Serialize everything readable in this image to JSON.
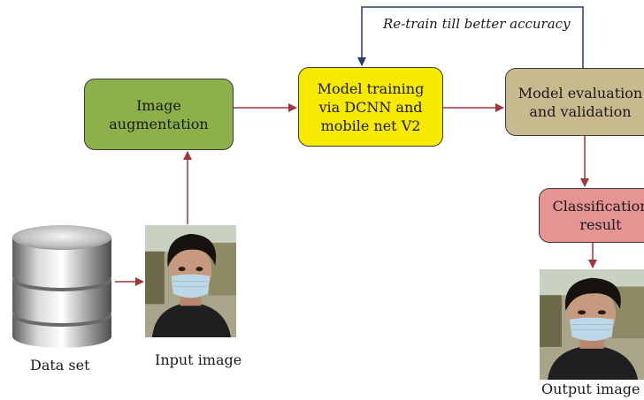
{
  "nodes": {
    "augmentation": "Image\naugmentation",
    "training": "Model training\nvia DCNN and\nmobile net V2",
    "evaluation": "Model evaluation\nand validation",
    "classification": "Classification\nresult"
  },
  "captions": {
    "dataset": "Data set",
    "input": "Input image",
    "output": "Output image"
  },
  "feedback_label": "Re-train till better accuracy",
  "colors": {
    "arrow": "#a0353a",
    "feedback": "#2b3a67",
    "augmentation": "#8db04a",
    "training": "#f7ea00",
    "evaluation": "#c9b98f",
    "classification": "#e59393"
  },
  "icons": {
    "dataset": "database-cylinder-icon",
    "input": "face-mask-photo",
    "output": "face-mask-photo"
  }
}
